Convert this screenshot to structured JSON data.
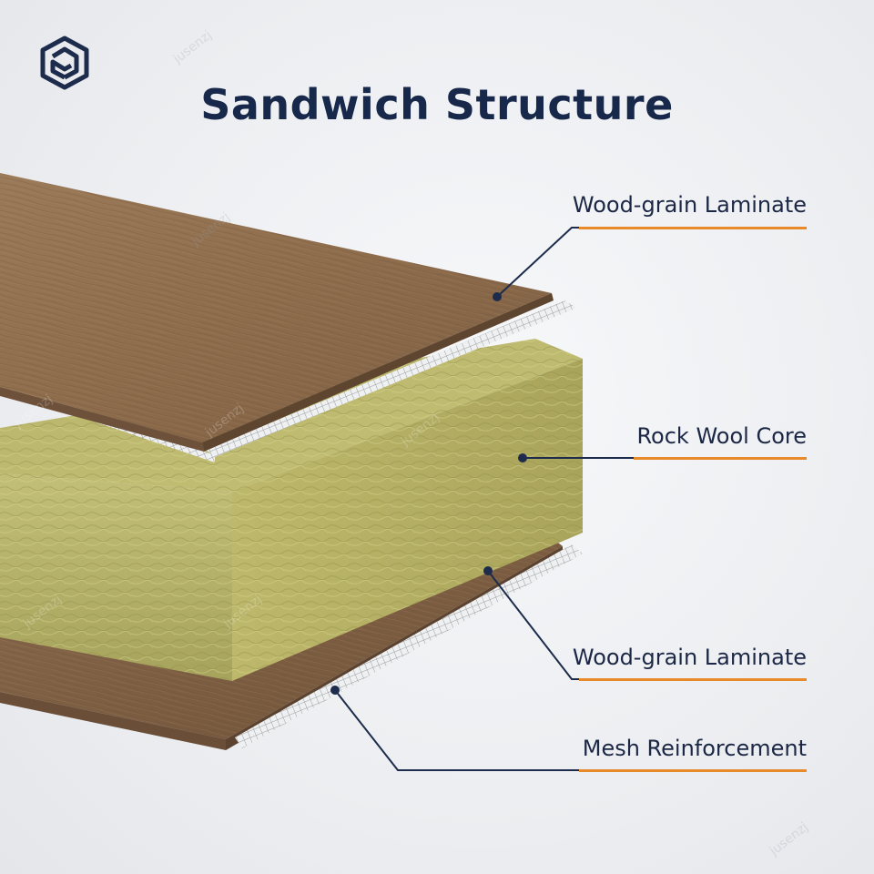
{
  "title": "Sandwich Structure",
  "logo": {
    "icon": "hexagon-house-logo-icon",
    "color": "#1d2c4c"
  },
  "watermark": "jusenzj",
  "colors": {
    "title": "#17284a",
    "leader_line": "#1d2c4c",
    "accent_underline": "#e8892a",
    "wood": "#8a6a4b",
    "rock_wool": "#b8b466",
    "mesh": "#d9dadb"
  },
  "layers": [
    {
      "id": "top-laminate",
      "label": "Wood-grain Laminate"
    },
    {
      "id": "rock-wool-core",
      "label": "Rock Wool Core"
    },
    {
      "id": "bottom-laminate",
      "label": "Wood-grain Laminate"
    },
    {
      "id": "mesh-reinforcement",
      "label": "Mesh Reinforcement"
    }
  ]
}
